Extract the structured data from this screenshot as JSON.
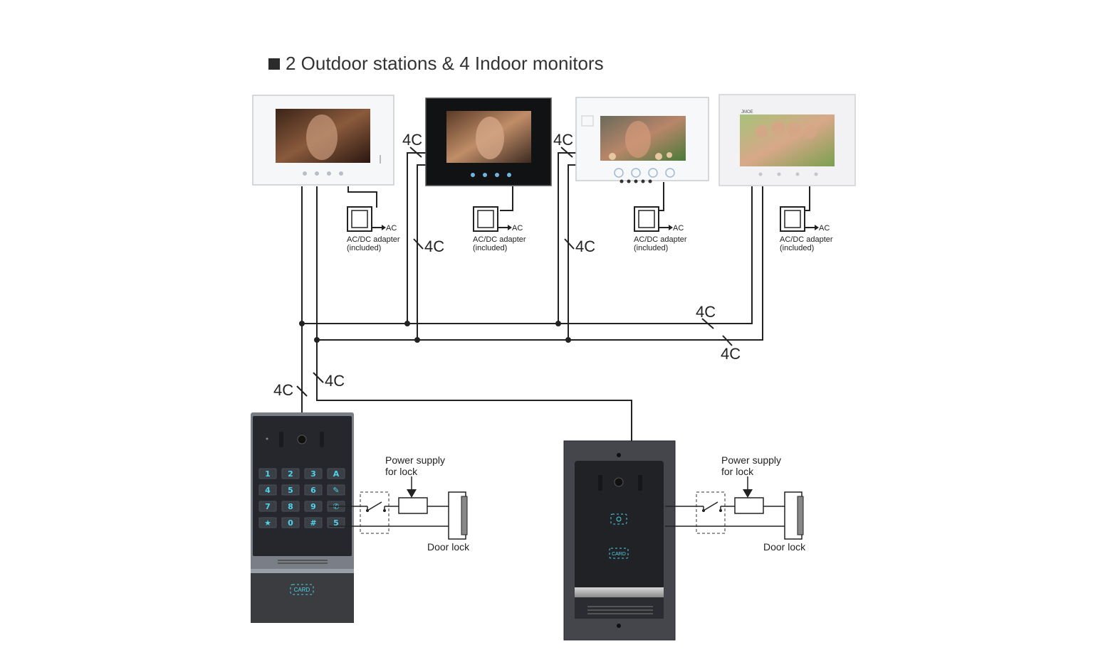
{
  "title": "2 Outdoor stations  &  4 Indoor monitors",
  "wire_label": "4C",
  "adapter": {
    "ac": "AC",
    "line1": "AC/DC adapter",
    "line2": "(included)"
  },
  "power_supply": {
    "line1": "Power supply",
    "line2": "for lock"
  },
  "door_lock": "Door lock",
  "keypad_keys": [
    "1",
    "2",
    "3",
    "A",
    "4",
    "5",
    "6",
    "✎",
    "7",
    "8",
    "9",
    "✆",
    "★",
    "0",
    "#",
    "5"
  ],
  "card_label": "CARD",
  "monitor2_brand": "",
  "monitor4_brand": "JMOE"
}
